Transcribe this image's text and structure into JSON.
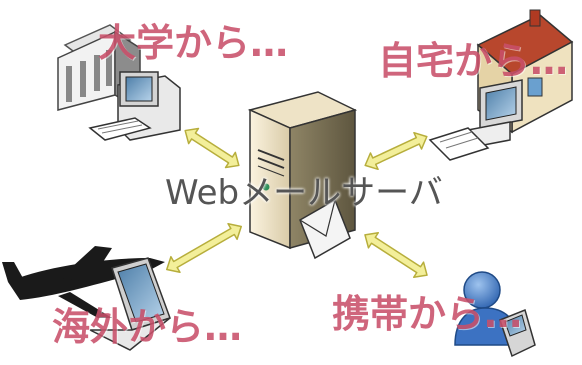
{
  "labels": {
    "university": "大学から…",
    "home": "自宅から…",
    "server": "Webメールサーバ",
    "overseas": "海外から…",
    "mobile": "携帯から…"
  },
  "colors": {
    "label_pink": "#c9506a",
    "center_text": "#555555",
    "arrow_fill": "#f3ef9a",
    "arrow_stroke": "#b7ae3c"
  },
  "icons": {
    "university": "university-building-with-desktop-pc",
    "home": "house-with-desktop-pc",
    "server": "server-tower-with-envelope",
    "overseas": "airplane-with-laptop",
    "mobile": "person-with-mobile-phone"
  }
}
